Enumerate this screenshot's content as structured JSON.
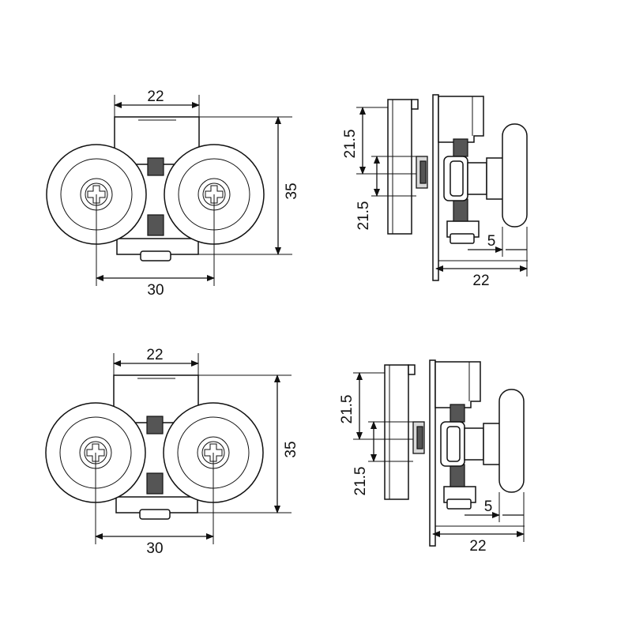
{
  "dimensions": {
    "front_width_top": "22",
    "front_height": "35",
    "front_wheel_spacing": "30",
    "side_upper_offset": "21.5",
    "side_lower_offset": "21.5",
    "side_wheel_offset": "5",
    "side_depth": "22"
  },
  "views": [
    {
      "id": "upper"
    },
    {
      "id": "lower"
    }
  ]
}
